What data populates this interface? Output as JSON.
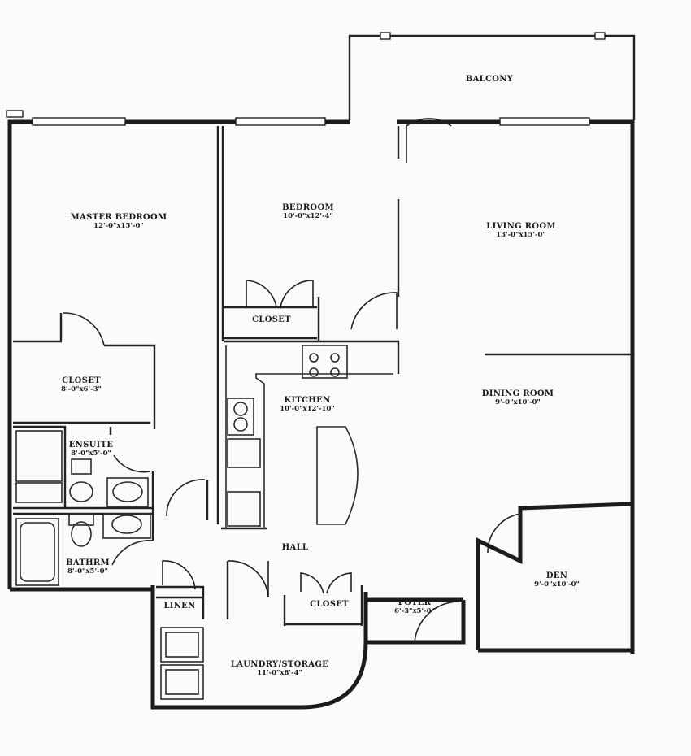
{
  "plan": {
    "rooms": {
      "balcony": {
        "name": "BALCONY"
      },
      "master_bedroom": {
        "name": "MASTER BEDROOM",
        "dims": "12'-0\"x15'-0\""
      },
      "bedroom": {
        "name": "BEDROOM",
        "dims": "10'-0\"x12'-4\""
      },
      "living_room": {
        "name": "LIVING ROOM",
        "dims": "13'-0\"x15'-0\""
      },
      "bedroom_closet": {
        "name": "CLOSET"
      },
      "master_closet": {
        "name": "CLOSET",
        "dims": "8'-0\"x6'-3\""
      },
      "kitchen": {
        "name": "KITCHEN",
        "dims": "10'-0\"x12'-10\""
      },
      "dining_room": {
        "name": "DINING ROOM",
        "dims": "9'-0\"x10'-0\""
      },
      "ensuite": {
        "name": "ENSUITE",
        "dims": "8'-0\"x5'-0\""
      },
      "hall": {
        "name": "HALL"
      },
      "bathroom": {
        "name": "BATHRM",
        "dims": "8'-0\"x5'-0\""
      },
      "den": {
        "name": "DEN",
        "dims": "9'-0\"x10'-0\""
      },
      "linen": {
        "name": "LINEN"
      },
      "hall_closet": {
        "name": "CLOSET"
      },
      "foyer": {
        "name": "FOYER",
        "dims": "6'-3\"x5'-0\""
      },
      "laundry": {
        "name": "LAUNDRY/STORAGE",
        "dims": "11'-0\"x8'-4\""
      }
    }
  }
}
